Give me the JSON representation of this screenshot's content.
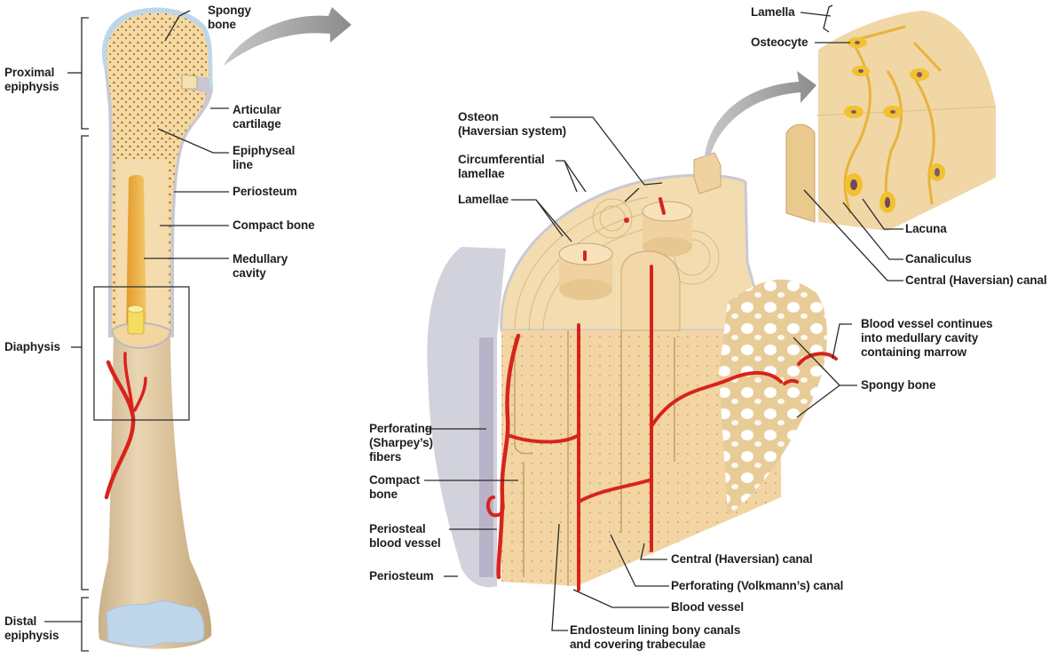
{
  "diagram": {
    "subject": "Structure of a long bone",
    "colors": {
      "bone": "#f3d7a3",
      "bone_shaft": "#dcc49c",
      "marrow": "#e9a93a",
      "cartilage": "#bfd6ea",
      "periosteum": "#c8c8d2",
      "vessel": "#d8231c",
      "osteocyte": "#f2c12e",
      "arrow": "#9a9a9a",
      "leader_line": "#2a2a2a"
    },
    "long_bone": {
      "labels": {
        "proximal_epiphysis": "Proximal\nepiphysis",
        "diaphysis": "Diaphysis",
        "distal_epiphysis": "Distal\nepiphysis",
        "spongy_bone": "Spongy\nbone",
        "articular_cartilage": "Articular\ncartilage",
        "epiphyseal_line": "Epiphyseal\nline",
        "periosteum": "Periosteum",
        "compact_bone": "Compact bone",
        "medullary_cavity": "Medullary\ncavity"
      }
    },
    "osteon_detail": {
      "labels": {
        "lamella": "Lamella",
        "osteocyte": "Osteocyte",
        "lacuna": "Lacuna",
        "canaliculus": "Canaliculus",
        "central_canal": "Central (Haversian) canal"
      }
    },
    "compact_bone_block": {
      "labels": {
        "osteon": "Osteon\n(Haversian system)",
        "circumferential_lamellae": "Circumferential\nlamellae",
        "lamellae": "Lamellae",
        "blood_vessel_continues": "Blood vessel continues\ninto medullary cavity\ncontaining marrow",
        "spongy_bone": "Spongy bone",
        "perforating_fibers": "Perforating\n(Sharpey’s)\nfibers",
        "compact_bone": "Compact\nbone",
        "periosteal_blood_vessel": "Periosteal\nblood vessel",
        "periosteum": "Periosteum",
        "central_canal": "Central (Haversian) canal",
        "perforating_canal": "Perforating (Volkmann’s) canal",
        "blood_vessel": "Blood vessel",
        "endosteum": "Endosteum lining bony canals\nand covering trabeculae"
      }
    }
  }
}
